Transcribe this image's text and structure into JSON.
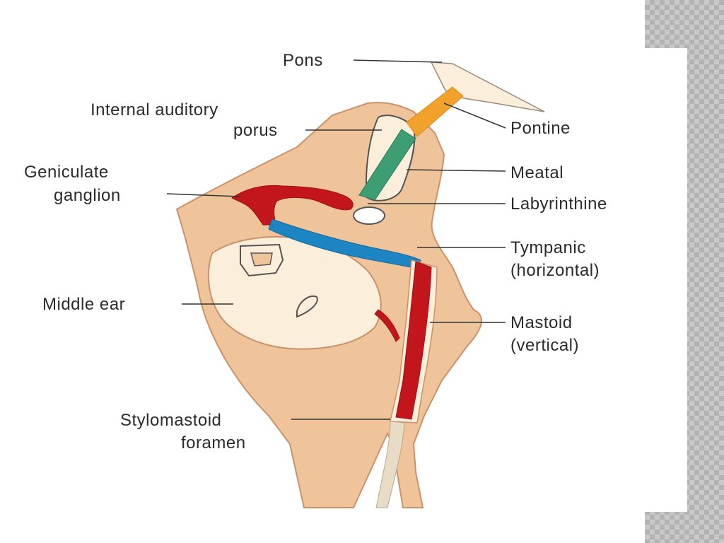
{
  "labels": {
    "pons": "Pons",
    "internal_auditory_line1": "Internal auditory",
    "internal_auditory_line2": "porus",
    "geniculate_line1": "Geniculate",
    "geniculate_line2": "ganglion",
    "middle_ear": "Middle ear",
    "stylomastoid_line1": "Stylomastoid",
    "stylomastoid_line2": "foramen",
    "pontine": "Pontine",
    "meatal": "Meatal",
    "labyrinthine": "Labyrinthine",
    "tympanic_line1": "Tympanic",
    "tympanic_line2": "(horizontal)",
    "mastoid_line1": "Mastoid",
    "mastoid_line2": "(vertical)"
  },
  "colors": {
    "bone": "#f0c49a",
    "bone_outline": "#c9926a",
    "cavity": "#fbeeda",
    "nerve_red": "#c3161c",
    "nerve_blue": "#1d86c2",
    "nerve_green": "#3e9e73",
    "nerve_orange": "#f2a22b",
    "leader_line": "#333333"
  }
}
